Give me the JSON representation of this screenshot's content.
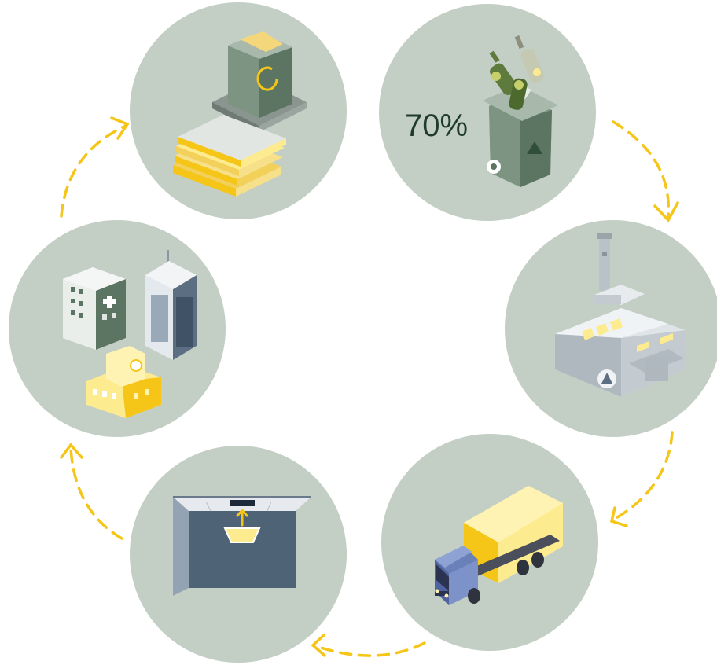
{
  "diagram": {
    "type": "recycling-cycle",
    "stages": [
      {
        "id": "insulation-material",
        "icon": "insulation-bag-icon"
      },
      {
        "id": "glass-collection",
        "icon": "recycling-bin-icon",
        "label": "70%"
      },
      {
        "id": "recycling-factory",
        "icon": "factory-icon"
      },
      {
        "id": "transport",
        "icon": "truck-icon"
      },
      {
        "id": "ceiling-installation",
        "icon": "ceiling-icon"
      },
      {
        "id": "buildings",
        "icon": "buildings-icon"
      }
    ],
    "colors": {
      "circle": "#c3cec5",
      "arrow": "#f5c518",
      "dark_green": "#5c7563",
      "pale_yellow": "#fdeb8f",
      "truck_blue": "#6980b8",
      "text": "#1f3b2c"
    }
  }
}
